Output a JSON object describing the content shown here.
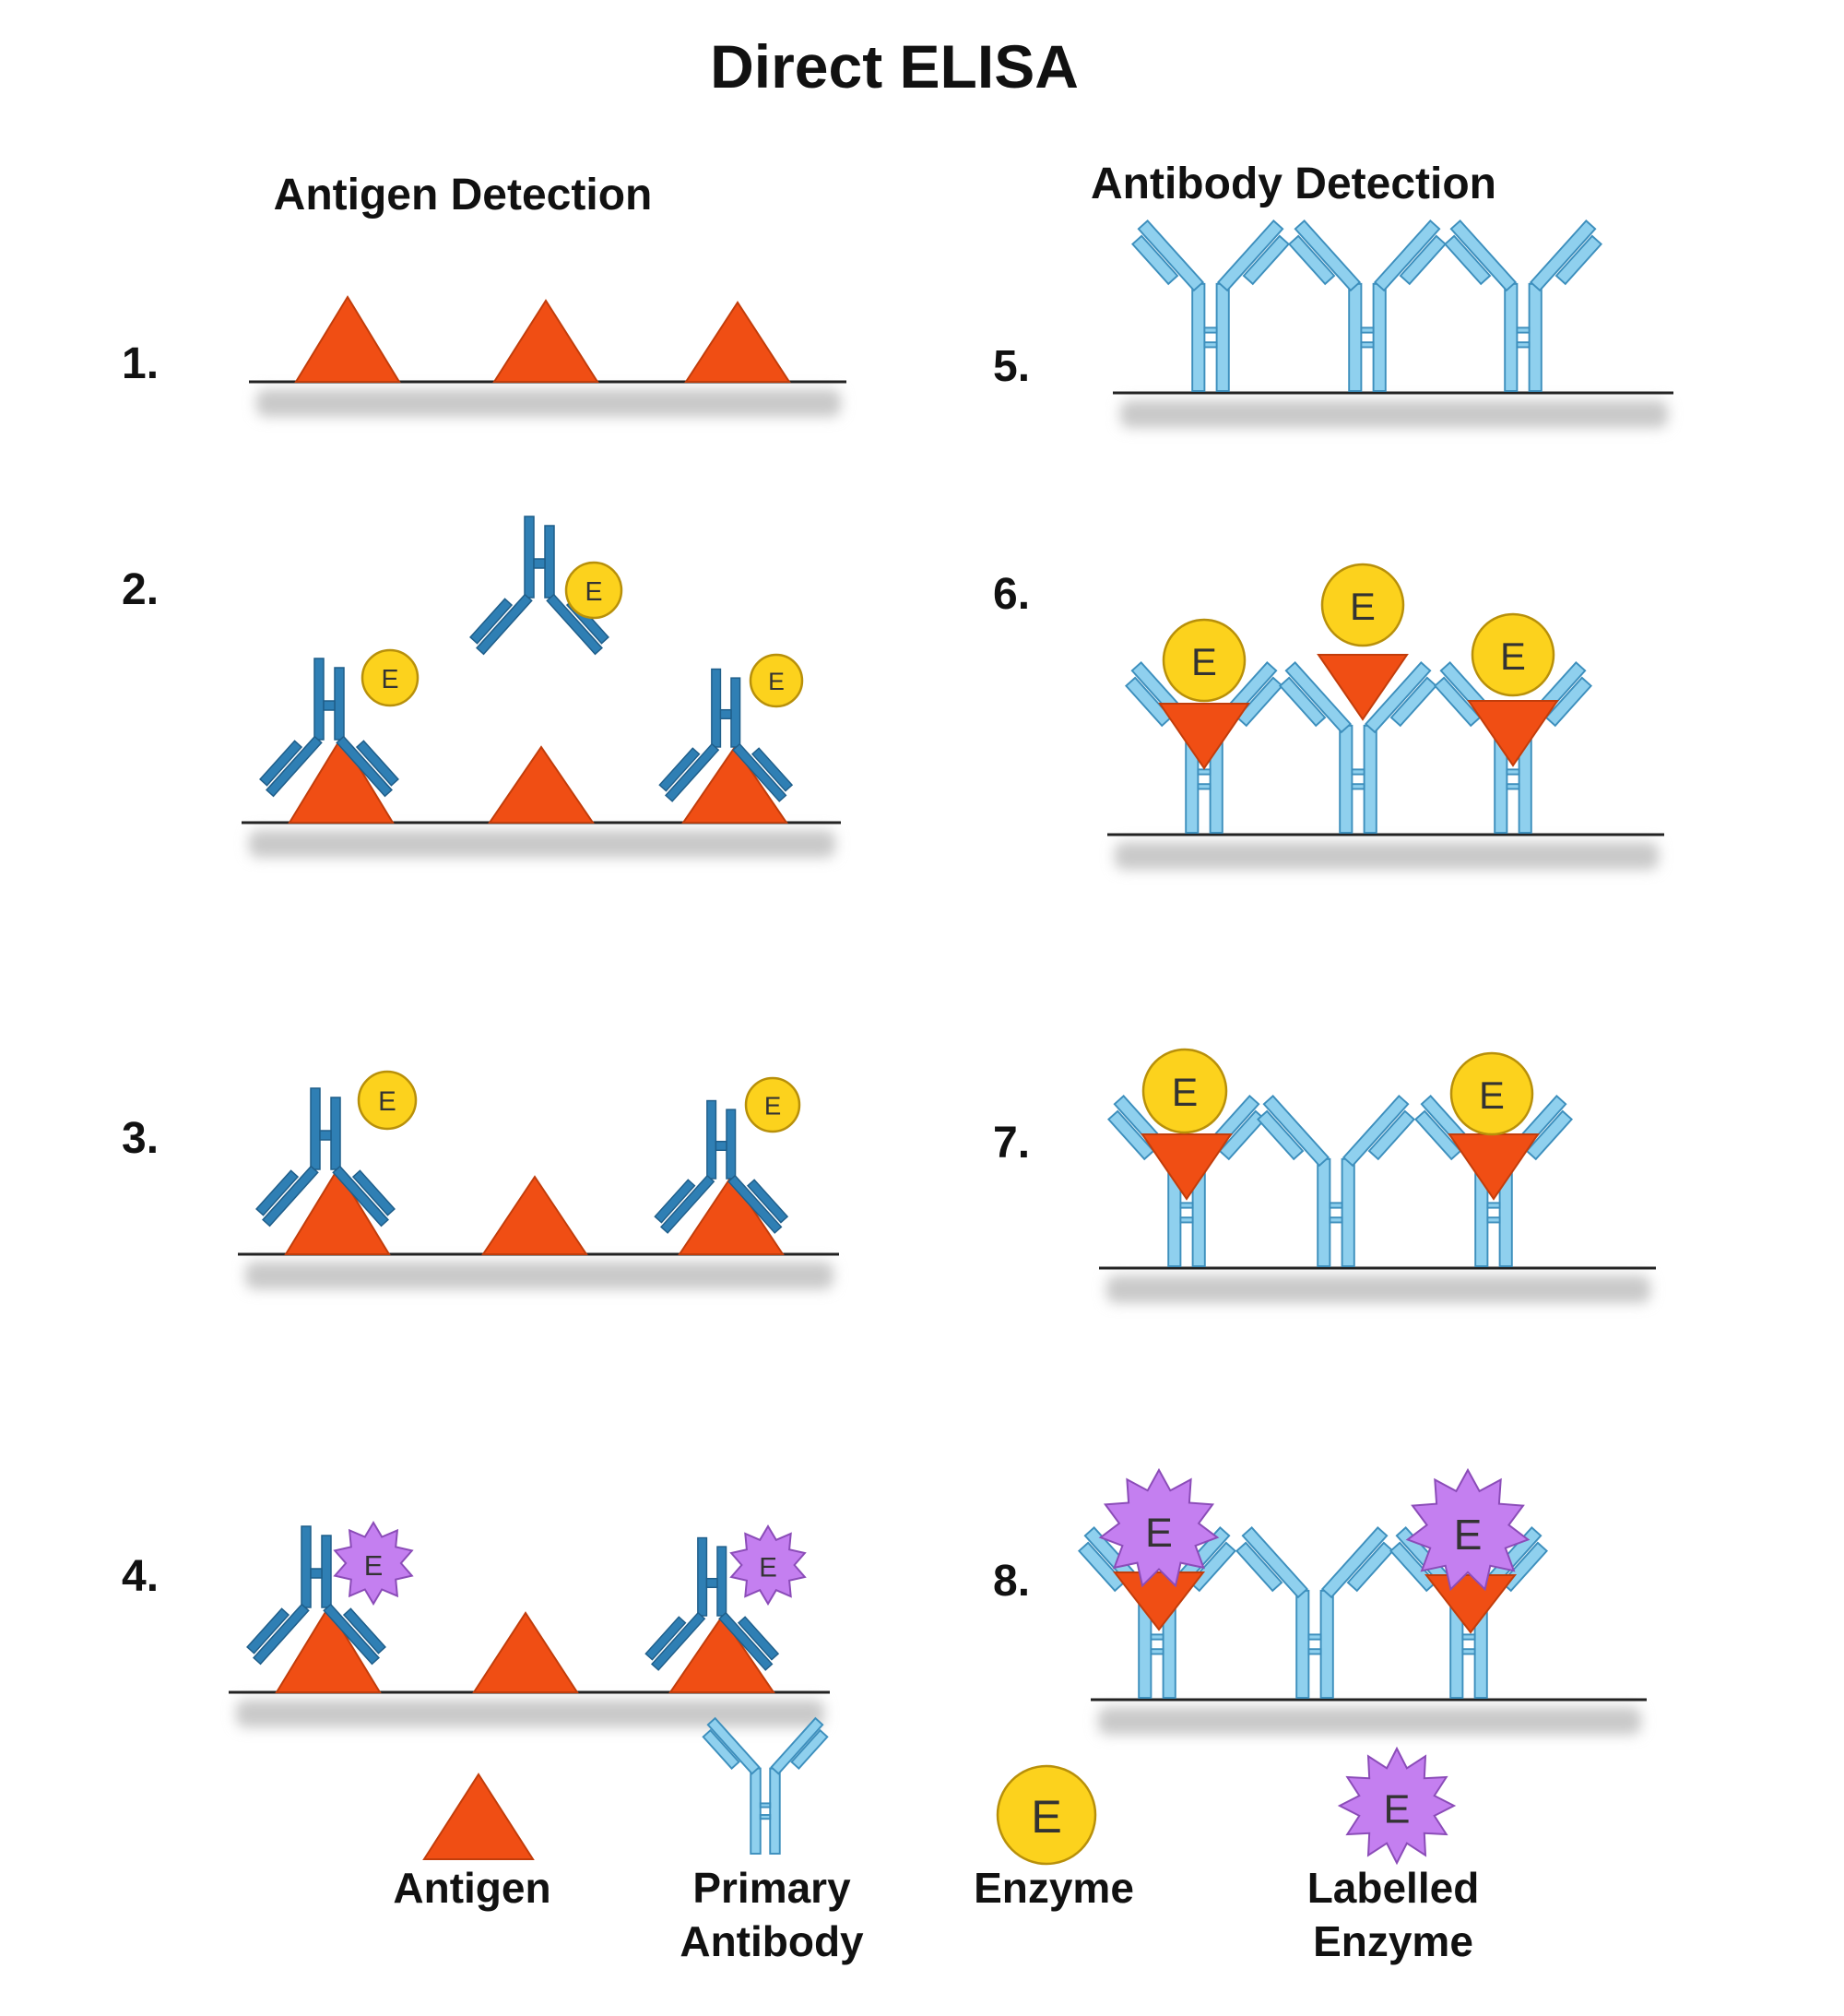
{
  "title": "Direct ELISA",
  "headings": {
    "left": "Antigen Detection",
    "right": "Antibody Detection"
  },
  "steps": [
    "1.",
    "2.",
    "3.",
    "4.",
    "5.",
    "6.",
    "7.",
    "8."
  ],
  "enzyme_letter": "E",
  "legend": {
    "antigen": "Antigen",
    "primary_antibody": [
      "Primary",
      "Antibody"
    ],
    "enzyme": "Enzyme",
    "labelled_enzyme": [
      "Labelled",
      "Enzyme"
    ]
  },
  "colors": {
    "antigen": "#f04e14",
    "antigen_stroke": "#c23d0b",
    "dark_antibody": "#2f7fb4",
    "dark_antibody_stroke": "#1f5e8a",
    "light_antibody": "#8fd0ee",
    "light_antibody_stroke": "#3d8fbd",
    "enzyme": "#fcd21d",
    "enzyme_stroke": "#b8900a",
    "labelled_enzyme": "#c47ff0",
    "labelled_enzyme_stroke": "#8b4cb8",
    "surface_line": "#222222",
    "surface_shadow": "#c9c9c9"
  },
  "icons": [
    "antigen-triangle",
    "y-antibody",
    "enzyme-circle",
    "labelled-enzyme-star"
  ]
}
